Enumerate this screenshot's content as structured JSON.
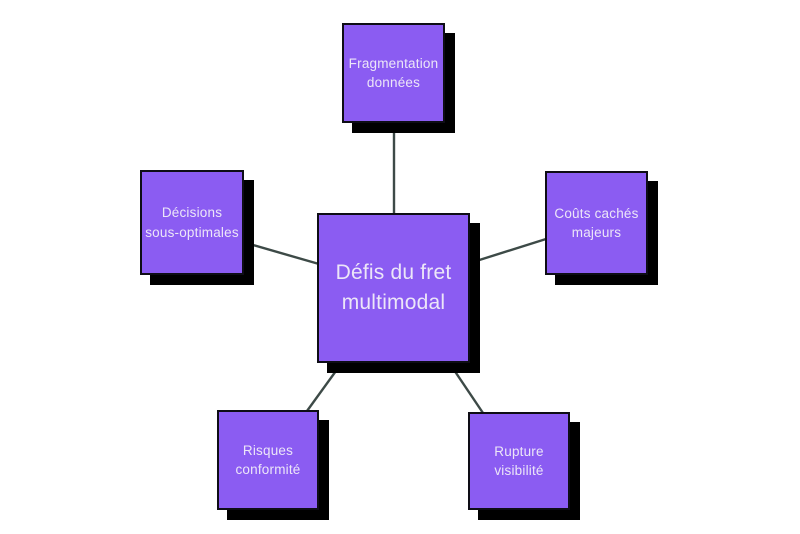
{
  "diagram": {
    "type": "mindmap",
    "center": {
      "id": "defis-fret-multimodal",
      "label": "Défis du fret\nmultimodal"
    },
    "nodes": [
      {
        "id": "fragmentation-donnees",
        "label": "Fragmentation\ndonnées",
        "position": "top"
      },
      {
        "id": "decisions-sous-optimales",
        "label": "Décisions\nsous-optimales",
        "position": "left"
      },
      {
        "id": "couts-caches-majeurs",
        "label": "Coûts cachés\nmajeurs",
        "position": "right"
      },
      {
        "id": "risques-conformite",
        "label": "Risques\nconformité",
        "position": "bottom-left"
      },
      {
        "id": "rupture-visibilite",
        "label": "Rupture\nvisibilité",
        "position": "bottom-right"
      }
    ],
    "edges": [
      {
        "from": "defis-fret-multimodal",
        "to": "fragmentation-donnees"
      },
      {
        "from": "defis-fret-multimodal",
        "to": "decisions-sous-optimales"
      },
      {
        "from": "defis-fret-multimodal",
        "to": "couts-caches-majeurs"
      },
      {
        "from": "defis-fret-multimodal",
        "to": "risques-conformite"
      },
      {
        "from": "defis-fret-multimodal",
        "to": "rupture-visibilite"
      }
    ],
    "colors": {
      "node_fill": "#8b5cf2",
      "node_border": "#0e0d15",
      "shadow": "#000000",
      "connector": "#3d4a47",
      "text": "#ece6f8",
      "background": "#ffffff"
    }
  }
}
